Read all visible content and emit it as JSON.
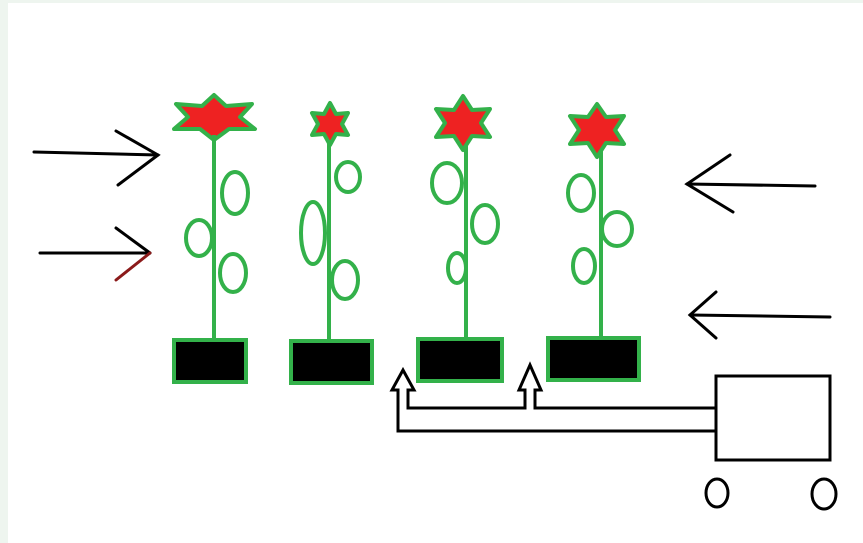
{
  "colors": {
    "stem": "#33b14a",
    "flower": "#ee2222",
    "pot": "#000000",
    "pot_border": "#33b14a",
    "arrow": "#000000",
    "arrow_accent": "#8b1a1a",
    "machine": "#000000",
    "background": "#ffffff"
  },
  "plants": [
    {
      "id": "plant-1",
      "flower": "star-6-wide"
    },
    {
      "id": "plant-2",
      "flower": "star-6-small"
    },
    {
      "id": "plant-3",
      "flower": "star-6"
    },
    {
      "id": "plant-4",
      "flower": "star-6"
    }
  ],
  "arrows": {
    "left_side": {
      "direction": "right",
      "count": 2
    },
    "right_side": {
      "direction": "left",
      "count": 2
    }
  },
  "machine": {
    "type": "cart-with-pipe",
    "outlets": 2
  }
}
